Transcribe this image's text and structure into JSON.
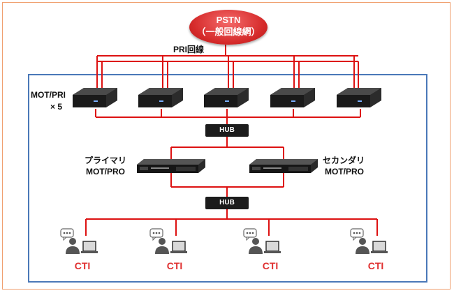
{
  "network": {
    "pstn_line1": "PSTN",
    "pstn_line2": "（一般回線網）",
    "pri_line_label": "PRI回線",
    "mot_pri_label": "MOT/PRI",
    "mot_pri_count": "× 5",
    "hub_label": "HUB",
    "primary_label_1": "プライマリ",
    "primary_label_2": "MOT/PRO",
    "secondary_label_1": "セカンダリ",
    "secondary_label_2": "MOT/PRO",
    "cti_label": "CTI"
  },
  "nodes": {
    "mot_pri_units": [
      "MOT/PRI 1",
      "MOT/PRI 2",
      "MOT/PRI 3",
      "MOT/PRI 4",
      "MOT/PRI 5"
    ],
    "servers": [
      "primary",
      "secondary"
    ],
    "cti_terminals": [
      "CTI 1",
      "CTI 2",
      "CTI 3",
      "CTI 4"
    ]
  },
  "colors": {
    "line": "#dd1111",
    "outer_border": "#f0a070",
    "inner_border": "#4a78b8",
    "pstn": "#d52a2a",
    "cti_text": "#e03030",
    "hub": "#1c1c1c"
  }
}
